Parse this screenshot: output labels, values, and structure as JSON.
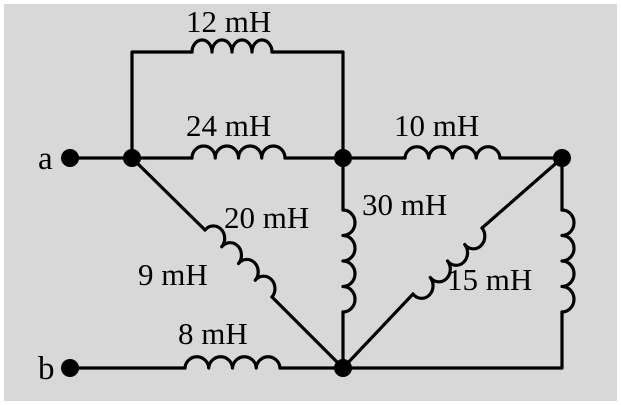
{
  "background": "#d8d8d8",
  "terminals": {
    "a": "a",
    "b": "b"
  },
  "inductors": [
    {
      "id": "L12",
      "label": "12 mH"
    },
    {
      "id": "L24",
      "label": "24 mH"
    },
    {
      "id": "L10",
      "label": "10 mH"
    },
    {
      "id": "L20",
      "label": "20 mH"
    },
    {
      "id": "L30",
      "label": "30 mH"
    },
    {
      "id": "L9",
      "label": "9 mH"
    },
    {
      "id": "L15",
      "label": "15 mH"
    },
    {
      "id": "L8",
      "label": "8 mH"
    }
  ]
}
